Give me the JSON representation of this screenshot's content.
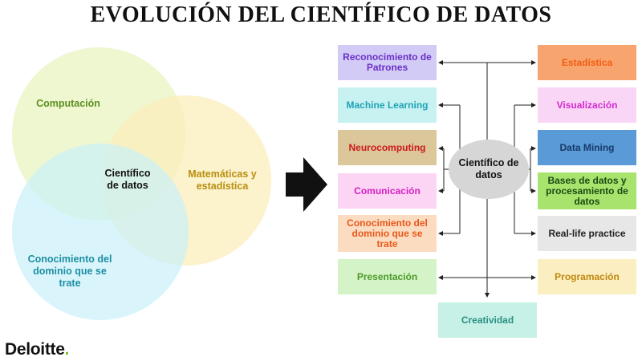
{
  "title": "EVOLUCIÓN DEL CIENTÍFICO DE DATOS",
  "venn": {
    "computacion": "Computación",
    "matematicas": "Matemáticas y estadística",
    "conocimiento": "Conocimiento del dominio que se trate",
    "centro": "Científico de datos"
  },
  "hub": "Científico de datos",
  "left_boxes": {
    "reconocimiento": "Reconocimiento de Patrones",
    "machine_learning": "Machine Learning",
    "neurocomputing": "Neurocomputing",
    "comunicacion": "Comunicación",
    "conocimiento_dominio": "Conocimiento del dominio que se trate",
    "presentacion": "Presentación"
  },
  "right_boxes": {
    "estadistica": "Estadística",
    "visualizacion": "Visualización",
    "data_mining": "Data Mining",
    "bases_datos": "Bases de datos y procesamiento de datos",
    "real_life": "Real-life practice",
    "programacion": "Programación"
  },
  "bottom_box": {
    "creatividad": "Creatividad"
  },
  "logo": {
    "text": "Deloitte",
    "dot": "."
  },
  "colors": {
    "venn_computacion": "#eef7cf",
    "venn_matematicas": "#fbeeb9",
    "venn_conocimiento": "#c9f1f9",
    "reconocimiento_bg": "#d2cbf6",
    "reconocimiento_fg": "#6a2fc6",
    "machine_learning_bg": "#c8f1f2",
    "machine_learning_fg": "#1fa3b6",
    "neurocomputing_bg": "#dcc79b",
    "neurocomputing_fg": "#cc1a1a",
    "comunicacion_bg": "#fdd5f4",
    "comunicacion_fg": "#d31fc5",
    "conocimiento_bg": "#fbdcc0",
    "conocimiento_fg": "#e9571b",
    "presentacion_bg": "#d4f3c6",
    "presentacion_fg": "#4c9b2c",
    "estadistica_bg": "#f8a46e",
    "estadistica_fg": "#f15e13",
    "visualizacion_bg": "#fad6f6",
    "visualizacion_fg": "#d32ad1",
    "data_mining_bg": "#5a9ad6",
    "data_mining_fg": "#173a6a",
    "bases_bg": "#a8e36d",
    "bases_fg": "#1a4a12",
    "real_life_bg": "#e7e7e7",
    "real_life_fg": "#222222",
    "programacion_bg": "#fbefc2",
    "programacion_fg": "#c1880e",
    "creatividad_bg": "#c7f1e6",
    "creatividad_fg": "#2a8f84",
    "hub_bg": "#d6d6d6",
    "logo_dot": "#86bc25"
  }
}
